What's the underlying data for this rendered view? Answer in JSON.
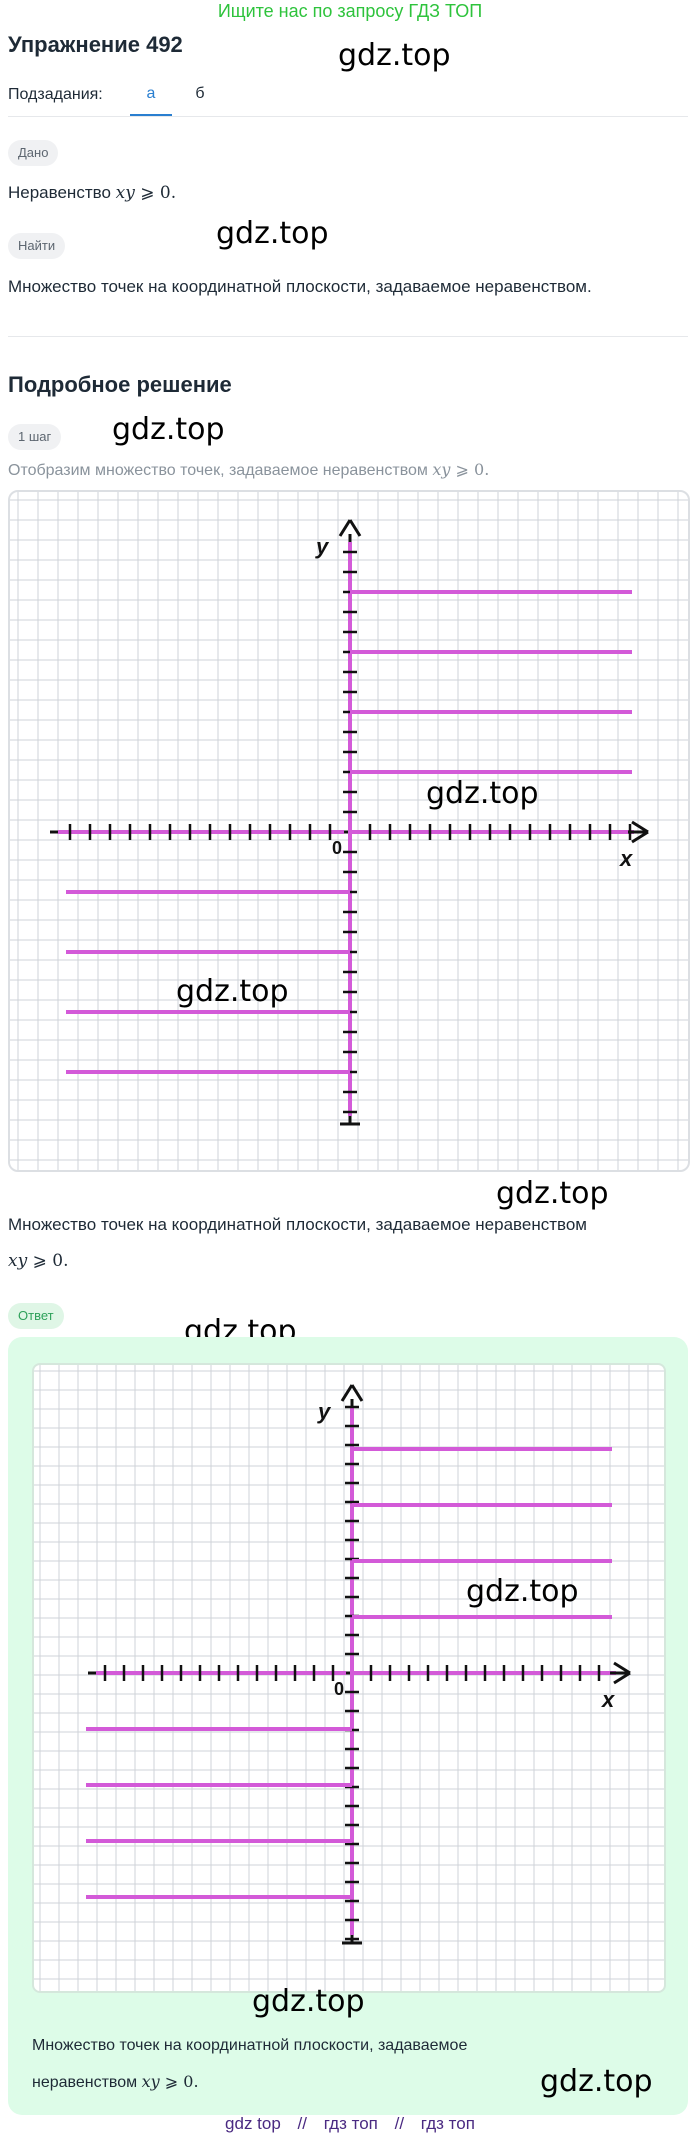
{
  "banner": {
    "text": "Ищите нас по запросу ГДЗ ТОП"
  },
  "header": {
    "title": "Упражнение 492"
  },
  "watermark": {
    "text": "gdz.top"
  },
  "subtasks": {
    "label": "Подзадания:",
    "tabs": [
      {
        "label": "а",
        "active": true
      },
      {
        "label": "б",
        "active": false
      }
    ]
  },
  "given": {
    "label": "Дано",
    "text": "Неравенство",
    "math": {
      "var": "xy",
      "rel": "⩾",
      "num": "0",
      "punct": "."
    }
  },
  "find": {
    "label": "Найти",
    "text": "Множество точек на координатной плоскости, задаваемое неравенством."
  },
  "solution": {
    "heading": "Подробное решение",
    "step_label": "1 шаг",
    "step_text": "Отобразим множество точек, задаваемое неравенством",
    "step_math": {
      "var": "xy",
      "rel": "⩾",
      "num": "0",
      "punct": "."
    },
    "conclusion_text": "Множество точек на координатной плоскости, задаваемое неравенством",
    "conclusion_math": {
      "var": "xy",
      "rel": "⩾",
      "num": "0",
      "punct": "."
    }
  },
  "graph": {
    "x_label": "x",
    "y_label": "y",
    "origin_label": "0",
    "colors": {
      "axis": "#111111",
      "hatch": "#d35ad8",
      "grid": "#cfd3d8"
    },
    "hatch_first_quadrant_y": [
      1,
      2,
      3,
      4
    ],
    "hatch_third_quadrant_y": [
      -1,
      -2,
      -3,
      -4
    ]
  },
  "answer": {
    "label": "Ответ",
    "text_line1": "Множество точек на координатной плоскости, задаваемое",
    "text_line2": "неравенством",
    "math": {
      "var": "xy",
      "rel": "⩾",
      "num": "0",
      "punct": "."
    }
  },
  "footer": {
    "links": [
      "gdz top",
      "//",
      "гдз топ",
      "//",
      "гдз топ"
    ]
  },
  "colors": {
    "accent": "#2a7fd0",
    "banner": "#2ec33c",
    "answer_bg": "#ddfce8"
  }
}
